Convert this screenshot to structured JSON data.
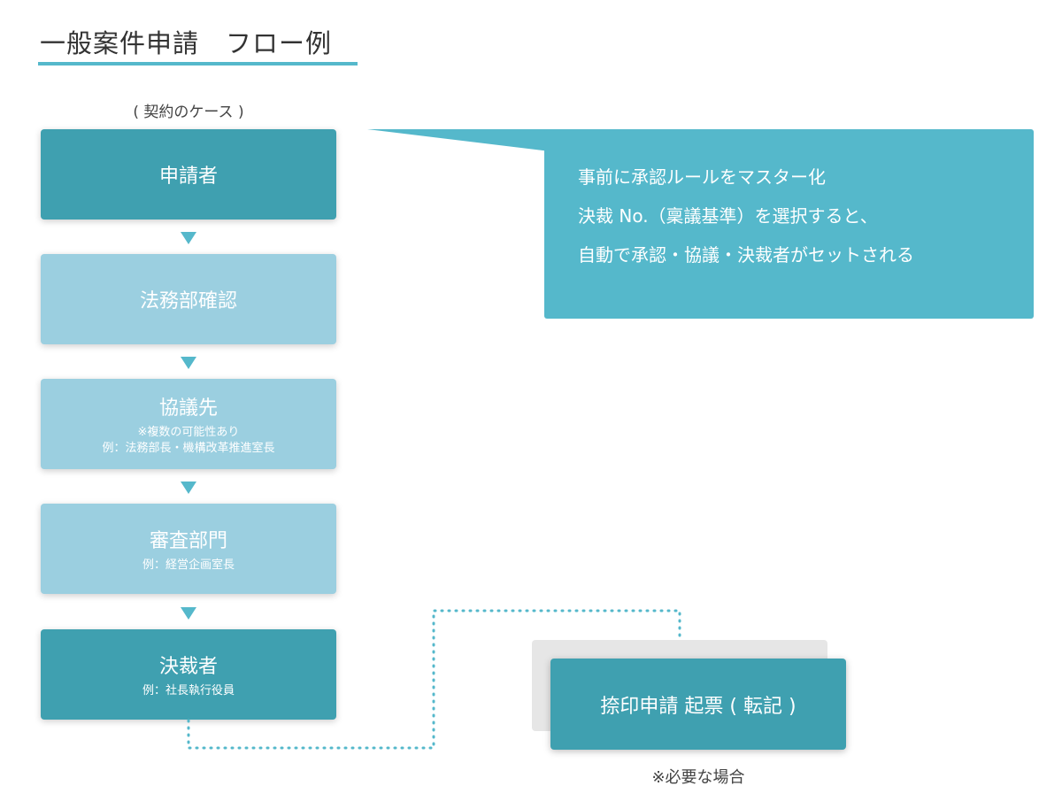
{
  "title": "一般案件申請　フロー例",
  "case_label": "( 契約のケース )",
  "steps": [
    {
      "label": "申請者"
    },
    {
      "label": "法務部確認"
    },
    {
      "label": "協議先",
      "note1": "※複数の可能性あり",
      "note2": "例：法務部長・機構改革推進室長"
    },
    {
      "label": "審査部門",
      "note1": "例：経営企画室長"
    },
    {
      "label": "決裁者",
      "note1": "例：社長執行役員"
    }
  ],
  "callout": {
    "lines": [
      "事前に承認ルールをマスター化",
      "決裁 No.（稟議基準）を選択すると、",
      "自動で承認・協議・決裁者がセットされる"
    ]
  },
  "stamp": {
    "label": "捺印申請 起票 ( 転記 )",
    "note": "※必要な場合"
  },
  "colors": {
    "accent": "#55b8cb",
    "dark": "#3fa0b0",
    "light": "#9bcfe0"
  }
}
